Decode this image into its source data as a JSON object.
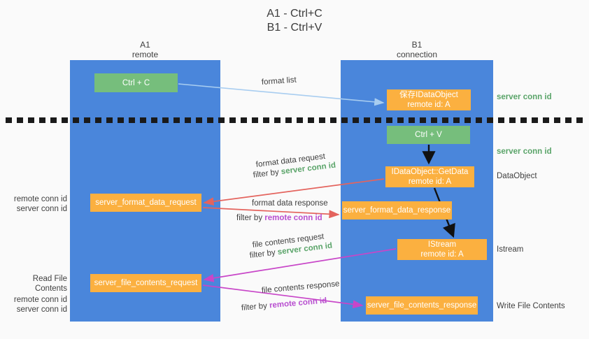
{
  "title": {
    "line1": "A1 - Ctrl+C",
    "line2": "B1 - Ctrl+V"
  },
  "lanes": [
    {
      "name": "A1",
      "sub": "remote"
    },
    {
      "name": "B1",
      "sub": "connection"
    }
  ],
  "boxes": {
    "ctrl_c": {
      "line1": "Ctrl + C",
      "color": "#76be7c"
    },
    "idataobject": {
      "line1": "保存IDataObject",
      "line2": "remote id: A",
      "color": "#fbb040"
    },
    "ctrl_v": {
      "line1": "Ctrl + V",
      "color": "#76be7c"
    },
    "getdata": {
      "line1": "IDataObject::GetData",
      "line2": "remote id: A",
      "color": "#fbb040"
    },
    "server_format_data_request": {
      "line1": "server_format_data_request",
      "color": "#fbb040"
    },
    "server_format_data_response": {
      "line1": "server_format_data_response",
      "color": "#fbb040"
    },
    "istream": {
      "line1": "IStream",
      "line2": "remote id: A",
      "color": "#fbb040"
    },
    "server_file_contents_request": {
      "line1": "server_file_contents_request",
      "color": "#fbb040"
    },
    "server_file_contents_response": {
      "line1": "server_file_contents_response",
      "color": "#fbb040"
    }
  },
  "captions": {
    "format_list": "format list",
    "format_data_request": "format data request",
    "filter_by": "filter by ",
    "server_conn_id": "server conn id",
    "format_data_response": "format data response",
    "remote_conn_id": "remote conn id",
    "file_contents_request": "file contents request",
    "file_contents_response": "file contents response"
  },
  "annotations": {
    "server_conn_id_top": "server conn id",
    "server_conn_id_mid": "server conn id",
    "dataobject": "DataObject",
    "istream": "Istream",
    "write_file_contents": "Write File Contents",
    "read_file_contents": "Read File Contents",
    "remote_conn_id": "remote conn id",
    "server_conn_id": "server conn id"
  },
  "colors": {
    "lane": "#4a86db",
    "green_box": "#76be7c",
    "orange_box": "#fbb040",
    "green_text": "#5aa469",
    "purple_text": "#b84fd0",
    "arrow_blue": "#a8cdf0",
    "arrow_red": "#e4645e",
    "arrow_purple": "#c846c8",
    "arrow_black": "#111111",
    "background": "#fafafa"
  }
}
